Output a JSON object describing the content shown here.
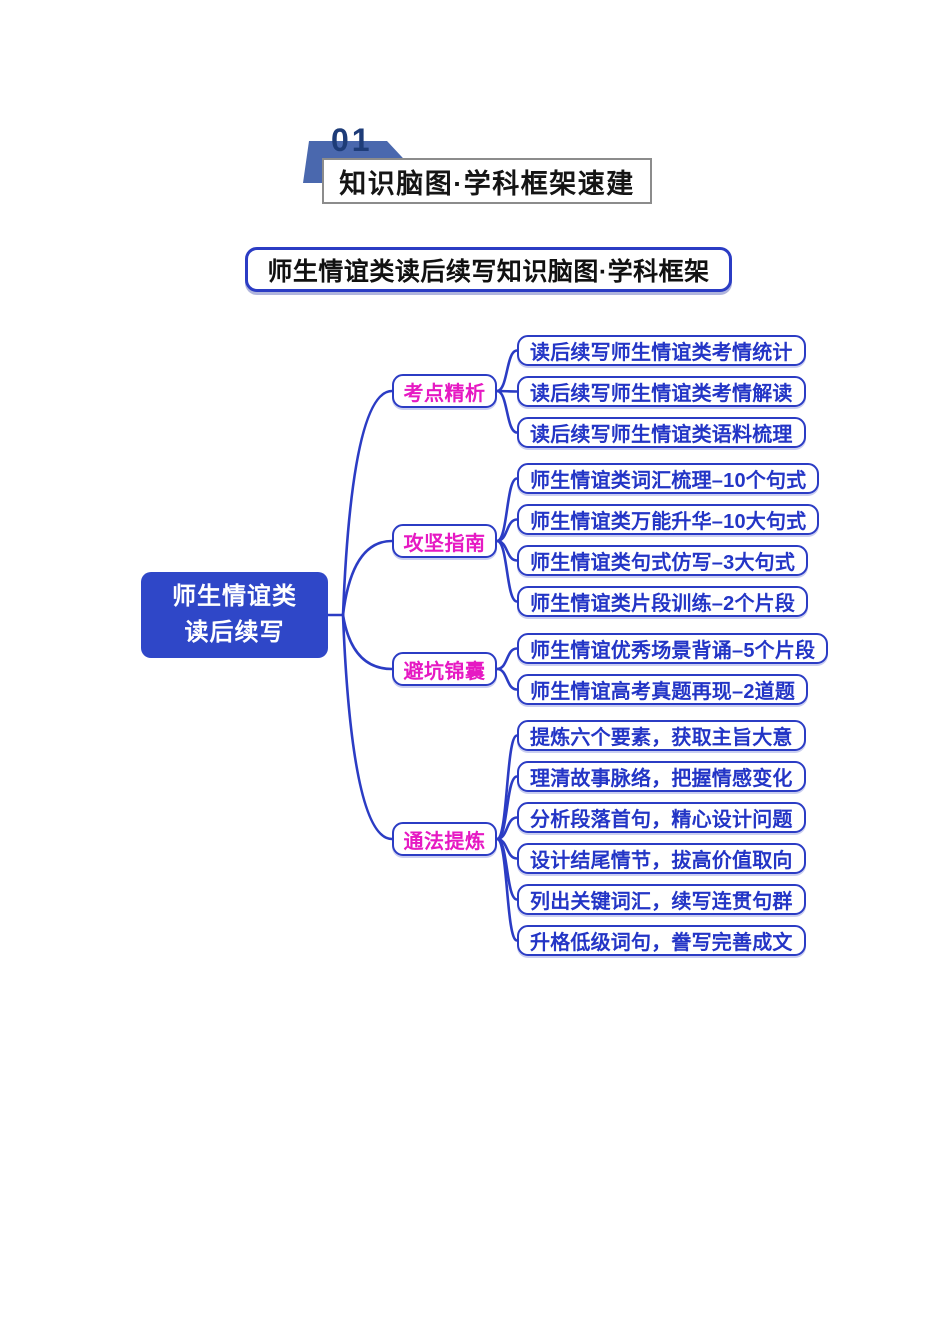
{
  "header": {
    "section_number": "01",
    "section_title": "知识脑图·学科框架速建"
  },
  "title_banner": "师生情谊类读后续写知识脑图·学科框架",
  "mindmap": {
    "root_label": "师生情谊类\n读后续写",
    "branches": [
      {
        "label": "考点精析",
        "children": [
          "读后续写师生情谊类考情统计",
          "读后续写师生情谊类考情解读",
          "读后续写师生情谊类语料梳理"
        ]
      },
      {
        "label": "攻坚指南",
        "children": [
          "师生情谊类词汇梳理–10个句式",
          "师生情谊类万能升华–10大句式",
          "师生情谊类句式仿写–3大句式",
          "师生情谊类片段训练–2个片段"
        ]
      },
      {
        "label": "避坑锦囊",
        "children": [
          "师生情谊优秀场景背诵–5个片段",
          "师生情谊高考真题再现–2道题"
        ]
      },
      {
        "label": "通法提炼",
        "children": [
          "提炼六个要素，获取主旨大意",
          "理清故事脉络，把握情感变化",
          "分析段落首句，精心设计问题",
          "设计结尾情节，拔高价值取向",
          "列出关键词汇，续写连贯句群",
          "升格低级词句，誊写完善成文"
        ]
      }
    ]
  },
  "colors": {
    "primary_blue": "#2B3CC4",
    "root_fill": "#2F47C8",
    "leaf_text": "#2335C6",
    "magenta": "#E619C3",
    "banner_blue": "#4A68AE",
    "number_navy": "#1E3C78"
  }
}
